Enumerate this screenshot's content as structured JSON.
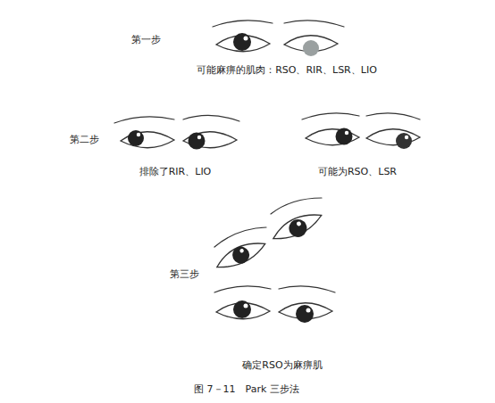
{
  "diagram": {
    "caption": "图 7－11　Park 三步法",
    "labels": [
      "第一步",
      "可能麻痹的肌肉：RSO、RIR、LSR、LIO",
      "第二步",
      "排除了RIR、LIO",
      "可能为RSO、LSR",
      "第三步",
      "确定RSO为麻痹肌"
    ]
  }
}
